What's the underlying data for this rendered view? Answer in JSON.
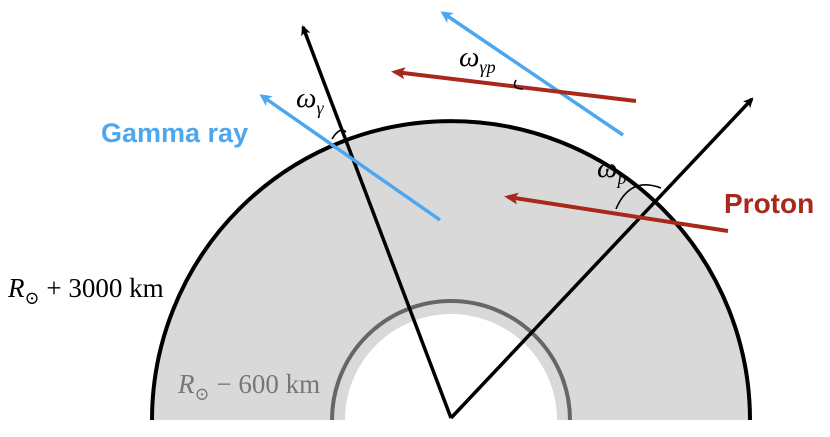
{
  "labels": {
    "gamma_ray": "Gamma ray",
    "proton": "Proton",
    "omega_gamma": "ω",
    "omega_gamma_sub": "γ",
    "omega_p": "ω",
    "omega_p_sub": "p",
    "omega_gamma_p": "ω",
    "omega_gamma_p_sub": "γp",
    "outer_radius": "R",
    "outer_radius_sub": "⊙",
    "outer_radius_rest": " + 3000 km",
    "inner_radius": "R",
    "inner_radius_sub": "⊙",
    "inner_radius_rest": " − 600 km"
  },
  "colors": {
    "gamma": "#4da6f0",
    "proton": "#a8281c",
    "shell_fill": "#d9d9d9",
    "outer_edge": "#000000",
    "inner_edge": "#666666",
    "axis": "#000000"
  }
}
